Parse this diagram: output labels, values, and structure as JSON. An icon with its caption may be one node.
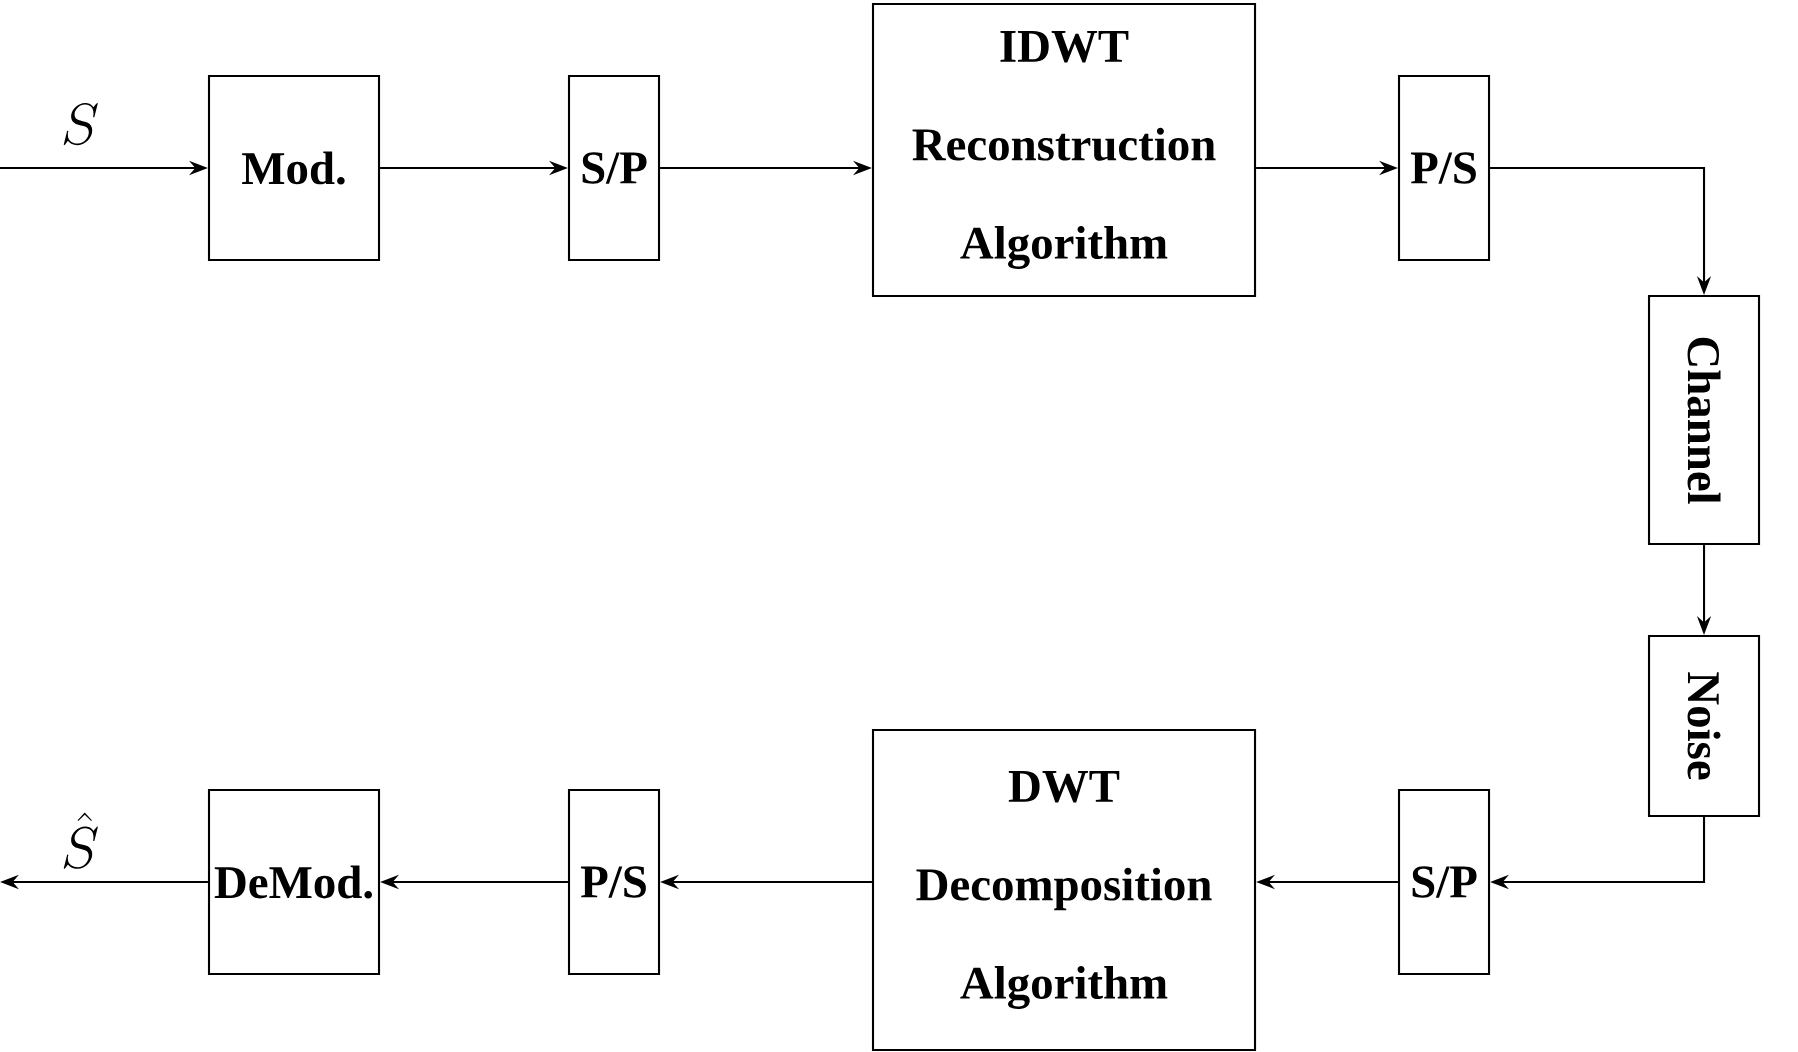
{
  "diagram": {
    "nodes": [
      {
        "text": [
          "Mod."
        ]
      },
      {
        "text": [
          "S/P"
        ]
      },
      {
        "text": [
          "IDWT Reconstruction Algorithm"
        ]
      },
      {
        "text": [
          "P/S"
        ]
      },
      {
        "text": [
          "Channel"
        ]
      },
      {
        "text": [
          "Noise"
        ]
      },
      {
        "text": [
          "S/P"
        ]
      },
      {
        "text": [
          "DWT Decomposition Algorithm"
        ]
      },
      {
        "text": [
          "P/S"
        ]
      },
      {
        "text": [
          "DeMod."
        ]
      }
    ],
    "edges": [
      {
        "from": null,
        "to": 0,
        "arrow": "to",
        "label": "S"
      },
      {
        "from": 0,
        "to": 1,
        "arrow": "to"
      },
      {
        "from": 1,
        "to": 2,
        "arrow": "to"
      },
      {
        "from": 2,
        "to": 3,
        "arrow": "to"
      },
      {
        "from": 3,
        "to": 4,
        "arrow": "to"
      },
      {
        "from": 4,
        "to": 5,
        "arrow": "to"
      },
      {
        "from": 5,
        "to": 6,
        "arrow": "to"
      },
      {
        "from": 6,
        "to": 7,
        "arrow": "to"
      },
      {
        "from": 7,
        "to": 8,
        "arrow": "to"
      },
      {
        "from": 8,
        "to": 9,
        "arrow": "to"
      },
      {
        "from": 9,
        "to": null,
        "arrow": "to",
        "label": "\\hat{S}"
      }
    ]
  }
}
